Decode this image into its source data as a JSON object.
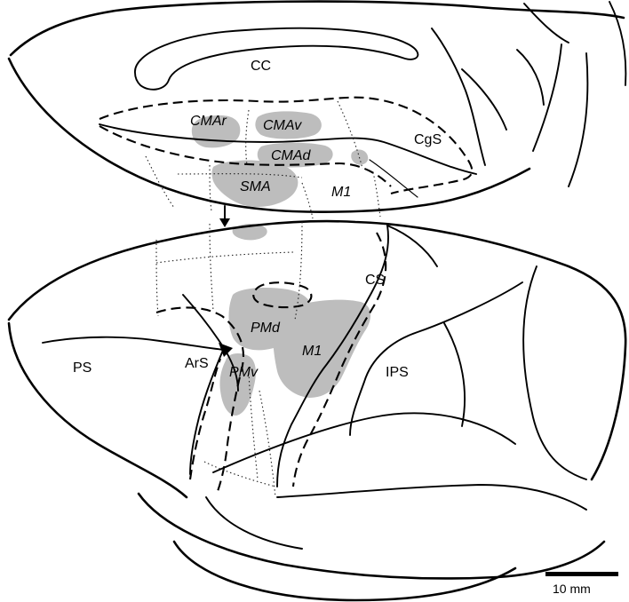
{
  "labels": {
    "cc": "CC",
    "cgs": "CgS",
    "cmar": "CMAr",
    "cmav": "CMAv",
    "cmad": "CMAd",
    "sma": "SMA",
    "m1_medial": "M1",
    "cs": "CS",
    "pmd": "PMd",
    "m1_lateral": "M1",
    "ps": "PS",
    "ars": "ArS",
    "pmv": "PMv",
    "ips": "IPS"
  },
  "scale_bar": {
    "label": "10 mm"
  },
  "colors": {
    "outline": "#000000",
    "region_fill": "#bdbdbd",
    "background": "#ffffff"
  }
}
